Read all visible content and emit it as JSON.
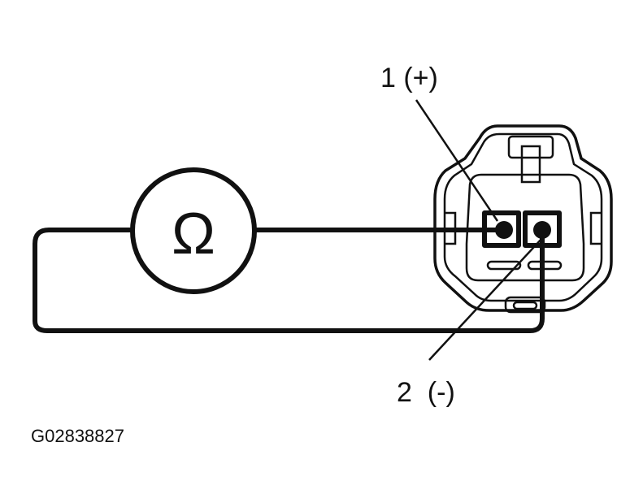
{
  "diagram": {
    "meter_symbol": "Ω",
    "terminal_1_label": "1 (+)",
    "terminal_2_label": "2  (-)",
    "figure_code": "G02838827"
  },
  "colors": {
    "ink": "#111111",
    "background": "#ffffff"
  }
}
